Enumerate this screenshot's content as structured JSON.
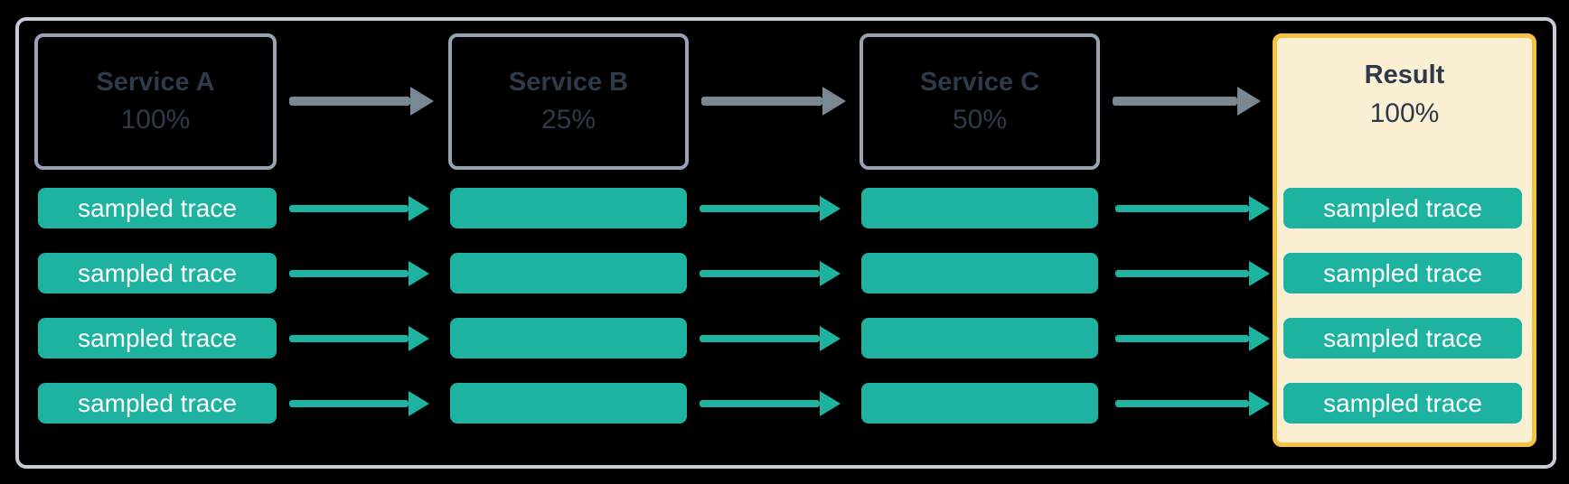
{
  "diagram": {
    "title_row": {
      "services": [
        {
          "name": "Service A",
          "rate": "100%"
        },
        {
          "name": "Service B",
          "rate": "25%"
        },
        {
          "name": "Service C",
          "rate": "50%"
        }
      ],
      "result": {
        "name": "Result",
        "rate": "100%"
      }
    },
    "trace_label": "sampled trace",
    "trace_rows": 4,
    "colors": {
      "teal": "#1EB2A0",
      "arrow_gray": "#7A8894",
      "box_border": "#97A3B2",
      "container_border": "#C3CCD8",
      "result_border": "#F5C342",
      "result_fill": "#FBF0D3",
      "text_dark": "#2D3A49",
      "trace_text": "#FFFFFF"
    }
  }
}
